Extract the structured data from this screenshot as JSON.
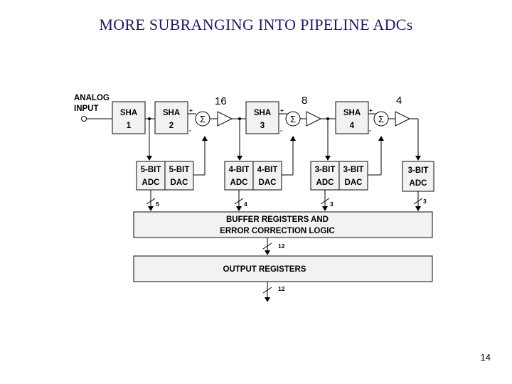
{
  "slide": {
    "title": "MORE SUBRANGING INTO PIPELINE ADCs",
    "page_number": "14"
  },
  "diagram": {
    "input_label_line1": "ANALOG",
    "input_label_line2": "INPUT",
    "sha_label": "SHA",
    "sha_numbers": [
      "1",
      "2",
      "3",
      "4"
    ],
    "gains": [
      "16",
      "8",
      "4"
    ],
    "sum_symbol": "Σ",
    "plus": "+",
    "minus": "-",
    "adc_label": "ADC",
    "dac_label": "DAC",
    "stages": [
      {
        "adc_bits": "5-BIT",
        "dac_bits": "5-BIT",
        "bus_width": "5"
      },
      {
        "adc_bits": "4-BIT",
        "dac_bits": "4-BIT",
        "bus_width": "4"
      },
      {
        "adc_bits": "3-BIT",
        "dac_bits": "3-BIT",
        "bus_width": "3"
      },
      {
        "adc_bits": "3-BIT",
        "bus_width": "3"
      }
    ],
    "buffer_line1": "BUFFER REGISTERS AND",
    "buffer_line2": "ERROR CORRECTION LOGIC",
    "buffer_bus_width": "12",
    "output_registers": "OUTPUT REGISTERS",
    "output_bus_width": "12"
  }
}
